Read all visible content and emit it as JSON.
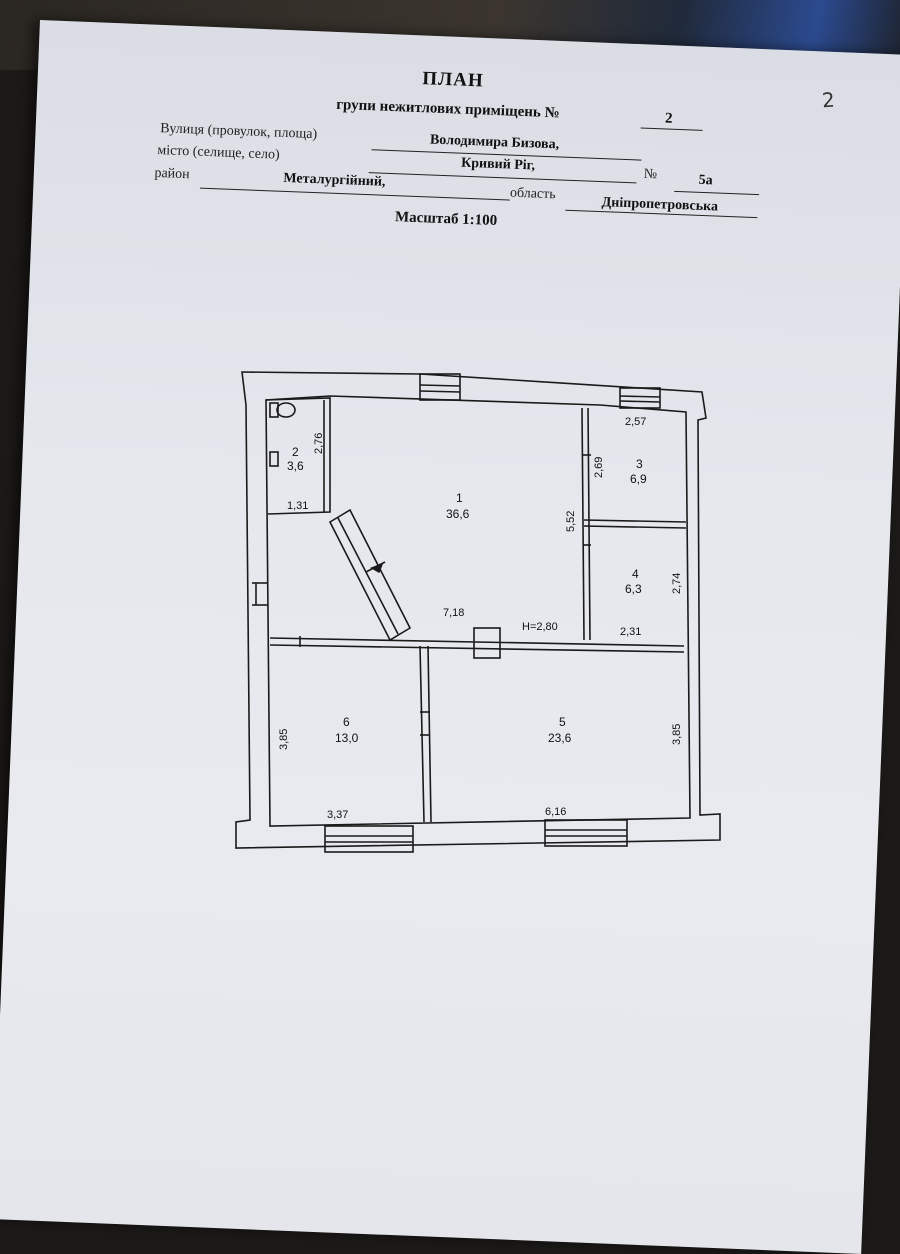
{
  "document": {
    "title": "ПЛАН",
    "subtitle_prefix": "групи нежитлових приміщень №",
    "premises_number": "2",
    "handwritten_page": "2",
    "street_label": "Вулиця (провулок, площа)",
    "street_value": "Володимира Бизова,",
    "number_label": "№",
    "number_value": "5а",
    "city_label": "місто (селище, село)",
    "city_value": "Кривий Ріг,",
    "district_label": "район",
    "district_value": "Металургійний,",
    "oblast_label": "область",
    "oblast_value": "Дніпропетровська",
    "scale": "Масштаб 1:100"
  },
  "plan": {
    "rooms": [
      {
        "id": "1",
        "area": "36,6"
      },
      {
        "id": "2",
        "area": "3,6"
      },
      {
        "id": "3",
        "area": "6,9"
      },
      {
        "id": "4",
        "area": "6,3"
      },
      {
        "id": "5",
        "area": "23,6"
      },
      {
        "id": "6",
        "area": "13,0"
      }
    ],
    "dimensions": {
      "room2_height": "2,76",
      "room2_width": "1,31",
      "room3_top": "2,57",
      "room3_side": "2,69",
      "room1_side": "5,52",
      "room4_side": "2,74",
      "room4_bottom": "2,31",
      "room1_bottom": "7,18",
      "ceiling_height": "H=2,80",
      "room6_side": "3,85",
      "room6_bottom": "3,37",
      "room5_side": "3,85",
      "room5_bottom": "6,16"
    }
  }
}
